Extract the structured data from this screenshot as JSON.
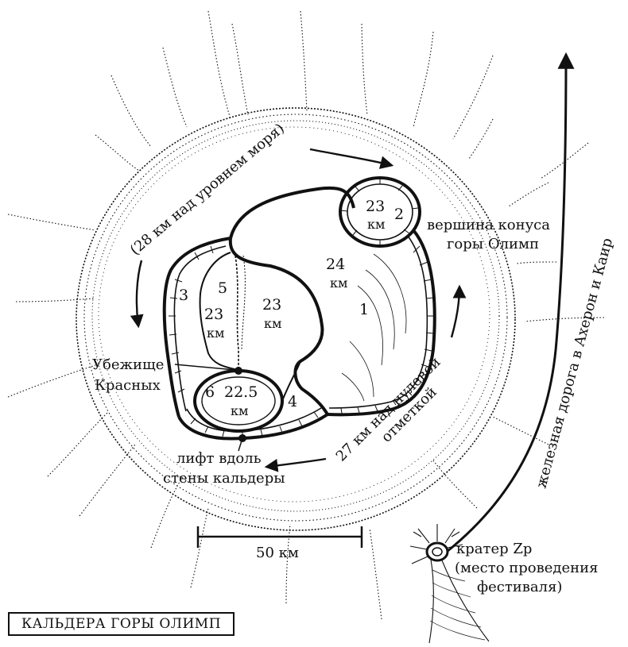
{
  "map": {
    "title": "КАЛЬДЕРА ГОРЫ ОЛИМП",
    "orbit_top_label": "(28 км над уровнем моря)",
    "orbit_bottom_label_1": "27 км над нулевой",
    "orbit_bottom_label_2": "отметкой",
    "summit_label_1": "вершина конуса",
    "summit_label_2": "горы Олимп",
    "railway_label": "железная дорога в Ахерон и Каир",
    "refuge_label_1": "Убежище",
    "refuge_label_2": "Красных",
    "lift_label_1": "лифт вдоль",
    "lift_label_2": "стены кальдеры",
    "crater_label_1": "кратер Zp",
    "crater_label_2": "(место проведения",
    "crater_label_3": "фестиваля)",
    "scale_label": "50 км",
    "calderas": [
      {
        "id": "1",
        "depth": ""
      },
      {
        "id": "2",
        "depth": "23"
      },
      {
        "id": "3",
        "depth": ""
      },
      {
        "id": "4",
        "depth": ""
      },
      {
        "id": "5",
        "depth": "23"
      },
      {
        "id": "6",
        "depth": "22.5"
      }
    ],
    "caldera_1_depth": "24",
    "caldera_center_depth": "23",
    "depth_unit": "км",
    "colors": {
      "ink": "#111111",
      "paper": "#ffffff"
    }
  }
}
